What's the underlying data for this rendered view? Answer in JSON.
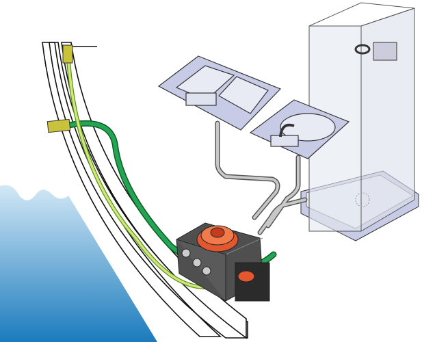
{
  "illustration": {
    "colors": {
      "water_top": "#c9e3f4",
      "water_bottom": "#1f7fc0",
      "hose_dark": "#1a9a4a",
      "hose_light": "#b9e36a",
      "fitting": "#c9c23a",
      "pump_body": "#555555",
      "pump_cap": "#e4572e",
      "fixture": "#c7cbe6",
      "glass": "#dfe3ea",
      "pipe": "#9a9a9a"
    },
    "parts": [
      "hull",
      "water",
      "through-hull-fittings",
      "intake-hose",
      "discharge-hose",
      "double-sink",
      "wash-basin",
      "shower-enclosure",
      "drain-pipes",
      "pump-unit"
    ]
  }
}
